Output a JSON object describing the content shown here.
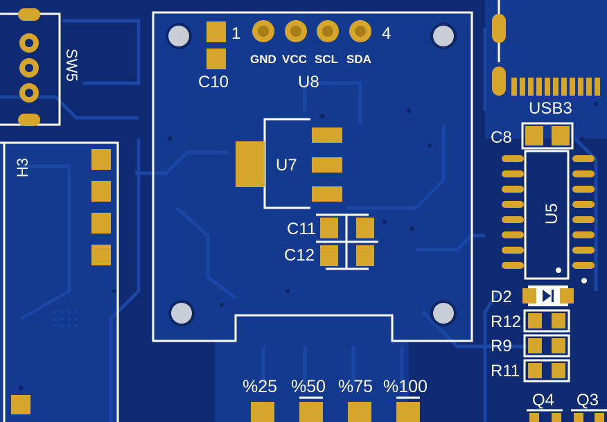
{
  "board": {
    "colors": {
      "substrate": "#0d2a72",
      "copper_pour": "#143a8f",
      "trace": "#1b46a3",
      "trace_dark": "#0c2563",
      "pad_gold": "#d6a52c",
      "pad_gold_dark": "#a87c16",
      "silkscreen": "#ffffff",
      "hole": "#c9cdd6"
    }
  },
  "labels": {
    "sw5": "SW5",
    "h3": "H3",
    "c10": "C10",
    "u8": "U8",
    "u7": "U7",
    "c11": "C11",
    "c12": "C12",
    "pin1": "1",
    "pin4": "4",
    "gnd": "GND",
    "vcc": "VCC",
    "scl": "SCL",
    "sda": "SDA",
    "usb3": "USB3",
    "c8": "C8",
    "u5": "U5",
    "d2": "D2",
    "r12": "R12",
    "r9": "R9",
    "r11": "R11",
    "q4": "Q4",
    "q3": "Q3",
    "p25": "%25",
    "p50": "%50",
    "p75": "%75",
    "p100": "%100"
  }
}
